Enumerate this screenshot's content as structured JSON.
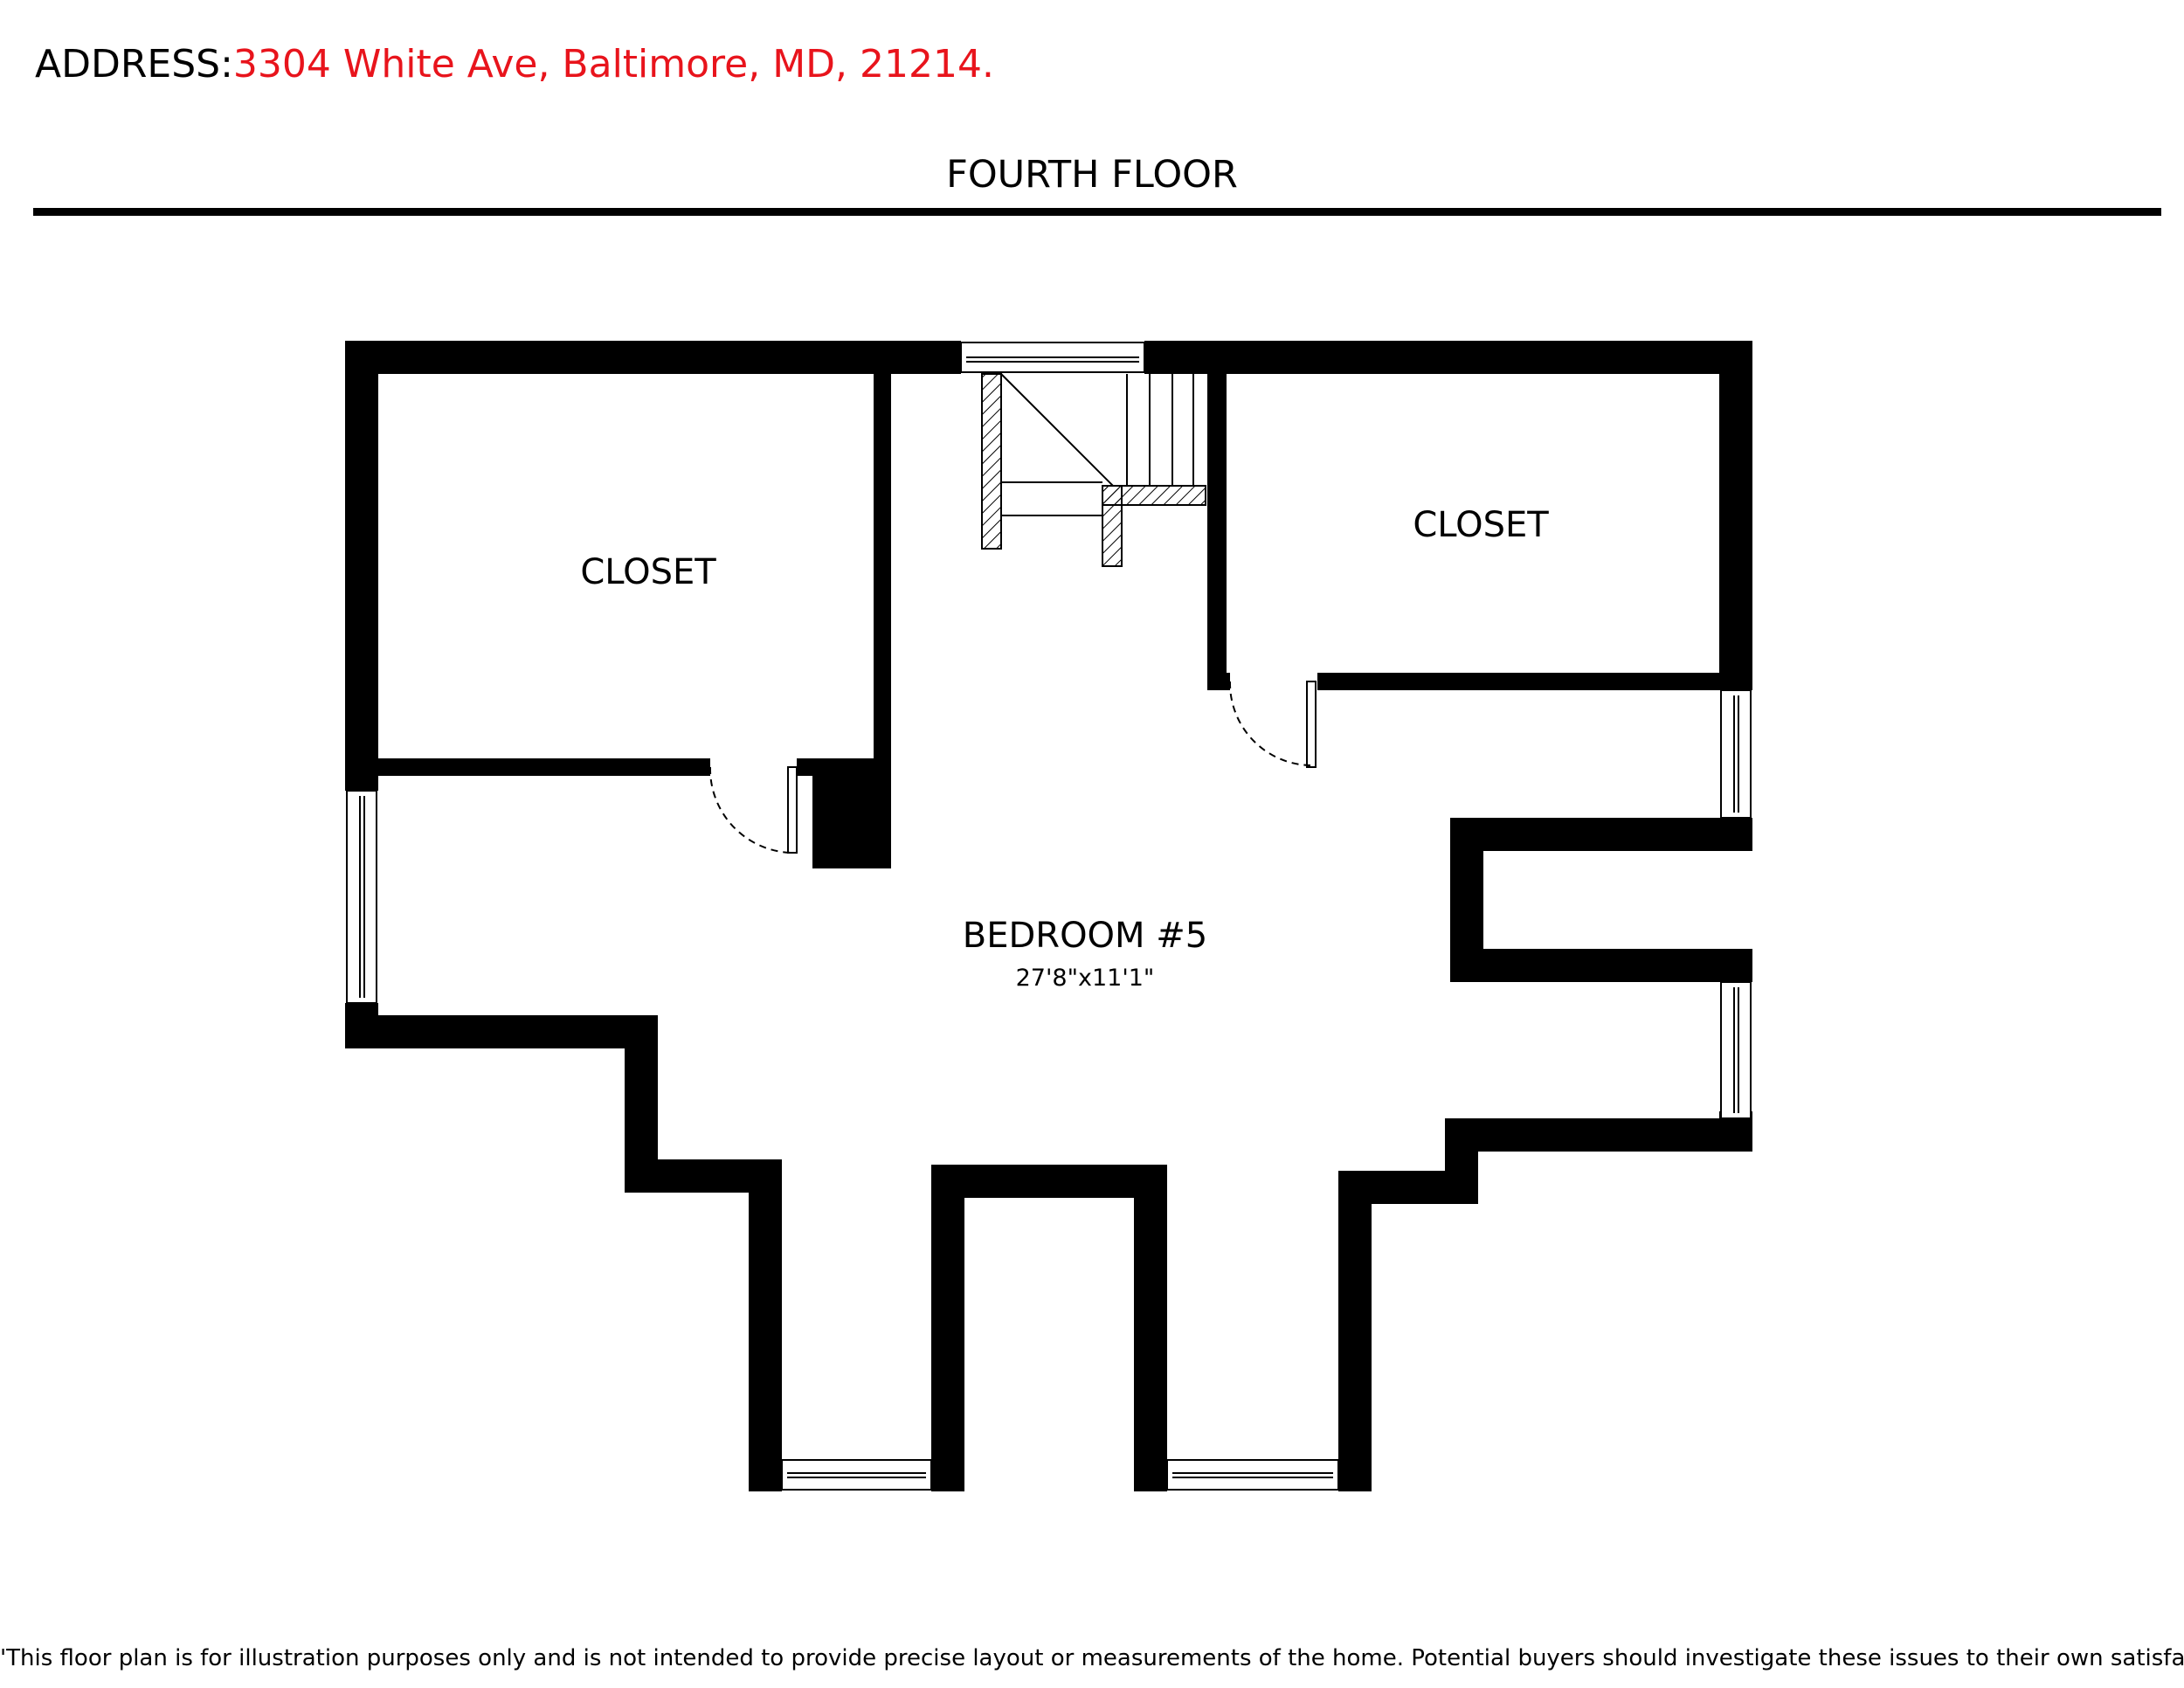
{
  "header": {
    "address_label": "ADDRESS:",
    "address_value": "3304 White Ave, Baltimore, MD, 21214.",
    "floor_title": "FOURTH FLOOR"
  },
  "rooms": {
    "closet_left": "CLOSET",
    "closet_right": "CLOSET",
    "bedroom": "BEDROOM #5",
    "bedroom_dims": "27'8\"x11'1\""
  },
  "footer": {
    "disclaimer": "'This floor plan is for illustration purposes only and is not intended to provide precise layout or measurements of the home. Potential buyers should investigate these issues to their own satisfaction.'"
  },
  "colors": {
    "address_accent": "#e8141c",
    "wall": "#000000"
  }
}
